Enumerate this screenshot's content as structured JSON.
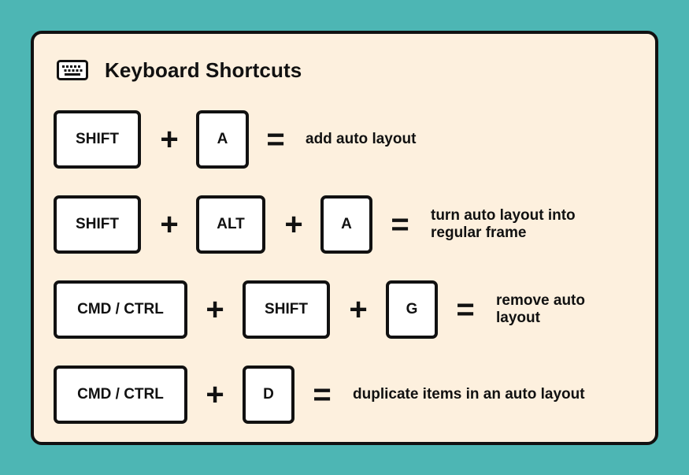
{
  "header": {
    "icon": "keyboard-icon",
    "title": "Keyboard Shortcuts"
  },
  "shortcuts": [
    {
      "keys": [
        "SHIFT",
        "A"
      ],
      "description": "add auto layout"
    },
    {
      "keys": [
        "SHIFT",
        "ALT",
        "A"
      ],
      "description_lines": [
        "turn auto layout into",
        "regular frame"
      ]
    },
    {
      "keys": [
        "CMD / CTRL",
        "SHIFT",
        "G"
      ],
      "description_lines": [
        "remove auto",
        "layout"
      ]
    },
    {
      "keys": [
        "CMD / CTRL",
        "D"
      ],
      "description": "duplicate items in an auto layout"
    }
  ],
  "symbols": {
    "plus": "+",
    "equals": "="
  },
  "colors": {
    "background": "#4db6b4",
    "card": "#fdf0de",
    "key": "#ffffff",
    "ink": "#111111"
  }
}
